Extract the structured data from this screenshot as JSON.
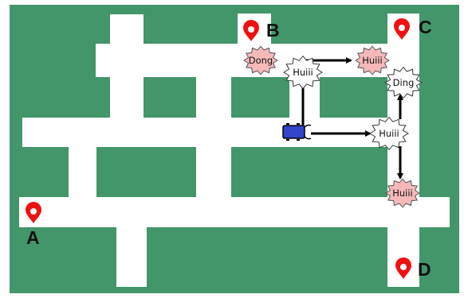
{
  "colors": {
    "grass": "#43956a",
    "road": "#ffffff",
    "pin": "#ee1111",
    "burst_highlight": "#f5b9b9",
    "burst_plain": "#ffffff",
    "car": "#3344cc"
  },
  "points": {
    "a": "A",
    "b": "B",
    "c": "C",
    "d": "D"
  },
  "bursts": {
    "dong": "Dong",
    "huiii_top_right": "Huiii",
    "huiii_center": "Huiii",
    "ding": "Ding",
    "huiii_right": "Huiii",
    "huiii_bottom_right": "Huiii"
  },
  "icons": {
    "pin": "map-pin-icon",
    "car": "car-icon",
    "arrow": "arrow-icon"
  }
}
